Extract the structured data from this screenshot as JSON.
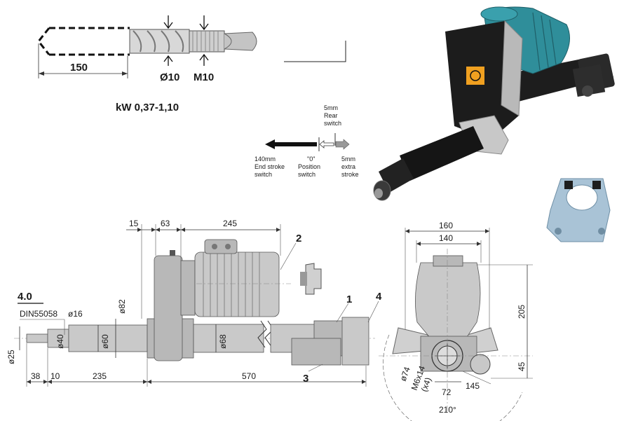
{
  "drill": {
    "dim_150": "150",
    "dia_10": "Ø10",
    "m_10": "M10",
    "power": "kW 0,37-1,10"
  },
  "stroke": {
    "rear_1": "5mm",
    "rear_2": "Rear",
    "rear_3": "switch",
    "end_1": "140mm",
    "end_2": "End stroke",
    "end_3": "switch",
    "pos_1": "\"0\"",
    "pos_2": "Position",
    "pos_3": "switch",
    "extra_1": "5mm",
    "extra_2": "extra",
    "extra_3": "stroke"
  },
  "side_view": {
    "section": "4.0",
    "din": "DIN55058",
    "d16": "ø16",
    "d25": "ø25",
    "d40": "ø40",
    "d60": "ø60",
    "d68": "ø68",
    "d82": "ø82",
    "top_15": "15",
    "top_63": "63",
    "top_245": "245",
    "bot_38": "38",
    "bot_10": "10",
    "bot_235": "235",
    "bot_570": "570",
    "callout_1": "1",
    "callout_2": "2",
    "callout_3": "3",
    "callout_4": "4"
  },
  "front_view": {
    "w160": "160",
    "w140": "140",
    "h205": "205",
    "h45": "45",
    "d74": "ø74",
    "thread": "M6x14",
    "qty": "(x4)",
    "w72": "72",
    "w145": "145",
    "angle": "210°"
  },
  "colors": {
    "motor_teal": "#2f8e9a",
    "housing_black": "#1c1c1c",
    "bracket_blue": "#a9c3d6",
    "warning_orange": "#f0a020"
  }
}
